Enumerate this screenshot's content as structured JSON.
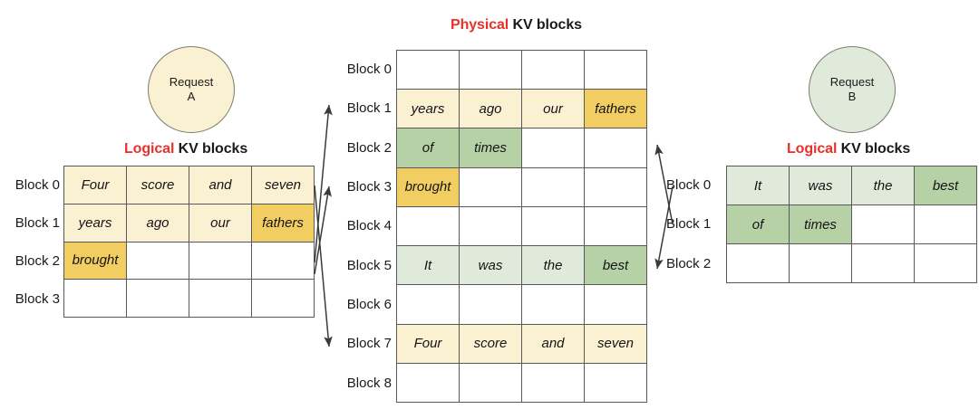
{
  "palette": {
    "accent_red": "#e8312a",
    "cream_light": "#faf0d2",
    "gold_dark": "#f2cd62",
    "green_light": "#dfeada",
    "green_dark": "#b5d1a5",
    "grid_line": "#585858",
    "text": "#1a1a1a",
    "circle_a_fill": "#faf0d2",
    "circle_b_fill": "#dfeada",
    "circle_stroke": "#7b7b6f",
    "arrow": "#3a3a3a",
    "page_bg": "#ffffff"
  },
  "physical": {
    "title_accent": "Physical",
    "title_plain": " KV blocks",
    "row_labels": [
      "Block 0",
      "Block 1",
      "Block 2",
      "Block 3",
      "Block 4",
      "Block 5",
      "Block 6",
      "Block 7",
      "Block 8"
    ],
    "rows": [
      [
        {
          "text": "",
          "fill": "none"
        },
        {
          "text": "",
          "fill": "none"
        },
        {
          "text": "",
          "fill": "none"
        },
        {
          "text": "",
          "fill": "none"
        }
      ],
      [
        {
          "text": "years",
          "fill": "cream_light"
        },
        {
          "text": "ago",
          "fill": "cream_light"
        },
        {
          "text": "our",
          "fill": "cream_light"
        },
        {
          "text": "fathers",
          "fill": "gold_dark"
        }
      ],
      [
        {
          "text": "of",
          "fill": "green_dark"
        },
        {
          "text": "times",
          "fill": "green_dark"
        },
        {
          "text": "",
          "fill": "none"
        },
        {
          "text": "",
          "fill": "none"
        }
      ],
      [
        {
          "text": "brought",
          "fill": "gold_dark"
        },
        {
          "text": "",
          "fill": "none"
        },
        {
          "text": "",
          "fill": "none"
        },
        {
          "text": "",
          "fill": "none"
        }
      ],
      [
        {
          "text": "",
          "fill": "none"
        },
        {
          "text": "",
          "fill": "none"
        },
        {
          "text": "",
          "fill": "none"
        },
        {
          "text": "",
          "fill": "none"
        }
      ],
      [
        {
          "text": "It",
          "fill": "green_light"
        },
        {
          "text": "was",
          "fill": "green_light"
        },
        {
          "text": "the",
          "fill": "green_light"
        },
        {
          "text": "best",
          "fill": "green_dark"
        }
      ],
      [
        {
          "text": "",
          "fill": "none"
        },
        {
          "text": "",
          "fill": "none"
        },
        {
          "text": "",
          "fill": "none"
        },
        {
          "text": "",
          "fill": "none"
        }
      ],
      [
        {
          "text": "Four",
          "fill": "cream_light"
        },
        {
          "text": "score",
          "fill": "cream_light"
        },
        {
          "text": "and",
          "fill": "cream_light"
        },
        {
          "text": "seven",
          "fill": "cream_light"
        }
      ],
      [
        {
          "text": "",
          "fill": "none"
        },
        {
          "text": "",
          "fill": "none"
        },
        {
          "text": "",
          "fill": "none"
        },
        {
          "text": "",
          "fill": "none"
        }
      ]
    ]
  },
  "request_a": {
    "circle_line1": "Request",
    "circle_line2": "A",
    "title_accent": "Logical",
    "title_plain": " KV blocks",
    "row_labels": [
      "Block 0",
      "Block 1",
      "Block 2",
      "Block 3"
    ],
    "rows": [
      [
        {
          "text": "Four",
          "fill": "cream_light"
        },
        {
          "text": "score",
          "fill": "cream_light"
        },
        {
          "text": "and",
          "fill": "cream_light"
        },
        {
          "text": "seven",
          "fill": "cream_light"
        }
      ],
      [
        {
          "text": "years",
          "fill": "cream_light"
        },
        {
          "text": "ago",
          "fill": "cream_light"
        },
        {
          "text": "our",
          "fill": "cream_light"
        },
        {
          "text": "fathers",
          "fill": "gold_dark"
        }
      ],
      [
        {
          "text": "brought",
          "fill": "gold_dark"
        },
        {
          "text": "",
          "fill": "none"
        },
        {
          "text": "",
          "fill": "none"
        },
        {
          "text": "",
          "fill": "none"
        }
      ],
      [
        {
          "text": "",
          "fill": "none"
        },
        {
          "text": "",
          "fill": "none"
        },
        {
          "text": "",
          "fill": "none"
        },
        {
          "text": "",
          "fill": "none"
        }
      ]
    ]
  },
  "request_b": {
    "circle_line1": "Request",
    "circle_line2": "B",
    "title_accent": "Logical",
    "title_plain": " KV blocks",
    "row_labels": [
      "Block 0",
      "Block 1",
      "Block 2"
    ],
    "rows": [
      [
        {
          "text": "It",
          "fill": "green_light"
        },
        {
          "text": "was",
          "fill": "green_light"
        },
        {
          "text": "the",
          "fill": "green_light"
        },
        {
          "text": "best",
          "fill": "green_dark"
        }
      ],
      [
        {
          "text": "of",
          "fill": "green_dark"
        },
        {
          "text": "times",
          "fill": "green_dark"
        },
        {
          "text": "",
          "fill": "none"
        },
        {
          "text": "",
          "fill": "none"
        }
      ],
      [
        {
          "text": "",
          "fill": "none"
        },
        {
          "text": "",
          "fill": "none"
        },
        {
          "text": "",
          "fill": "none"
        },
        {
          "text": "",
          "fill": "none"
        }
      ]
    ]
  },
  "mappings": {
    "left": [
      {
        "from": "Block 0",
        "to": "Block 7"
      },
      {
        "from": "Block 1",
        "to": "Block 1"
      },
      {
        "from": "Block 2",
        "to": "Block 3"
      }
    ],
    "right": [
      {
        "from": "Block 0",
        "to": "Block 5"
      },
      {
        "from": "Block 1",
        "to": "Block 2"
      }
    ]
  }
}
